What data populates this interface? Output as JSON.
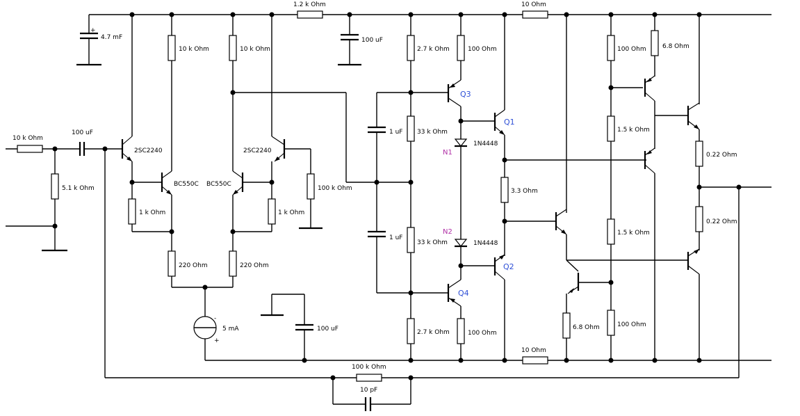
{
  "labels": {
    "c_47mf": "4.7 mF",
    "r_12k": "1.2 k Ohm",
    "c_100uf_top": "100 uF",
    "r_10_top": "10  Ohm",
    "r_10k_a": "10 k Ohm",
    "r_10k_b": "10 k Ohm",
    "r_27k_top": "2.7 k Ohm",
    "r_100_q3": "100  Ohm",
    "r_100_top": "100  Ohm",
    "r_68_top": "6.8  Ohm",
    "r_in": "10 k Ohm",
    "c_in": "100 uF",
    "r_51k": "5.1 k Ohm",
    "q_2sc_a": "2SC2240",
    "q_2sc_b": "2SC2240",
    "q_bc_a": "BC550C",
    "q_bc_b": "BC550C",
    "r_1k_a": "1 k Ohm",
    "r_1k_b": "1 k Ohm",
    "r_100k_bias": "100 k Ohm",
    "c_1uf_a": "1 uF",
    "c_1uf_b": "1 uF",
    "r_33k_a": "33 k Ohm",
    "r_33k_b": "33 k Ohm",
    "d_a": "1N4448",
    "d_b": "1N4448",
    "n1": "N1",
    "n2": "N2",
    "q1": "Q1",
    "q2": "Q2",
    "q3": "Q3",
    "q4": "Q4",
    "r_33": "3.3  Ohm",
    "r_15k_a": "1.5 k Ohm",
    "r_15k_b": "1.5 k Ohm",
    "r_022_a": "0.22  Ohm",
    "r_022_b": "0.22  Ohm",
    "r_220_a": "220  Ohm",
    "r_220_b": "220  Ohm",
    "cs": "5 mA",
    "cs_minus": "-",
    "cs_plus": "+",
    "c_100uf_bot": "100 uF",
    "r_27k_bot": "2.7 k Ohm",
    "r_100_q4": "100  Ohm",
    "r_10_bot": "10  Ohm",
    "r_68_bot": "6.8  Ohm",
    "r_100_bot": "100  Ohm",
    "r_fb": "100 k Ohm",
    "c_fb": "10 pF"
  }
}
